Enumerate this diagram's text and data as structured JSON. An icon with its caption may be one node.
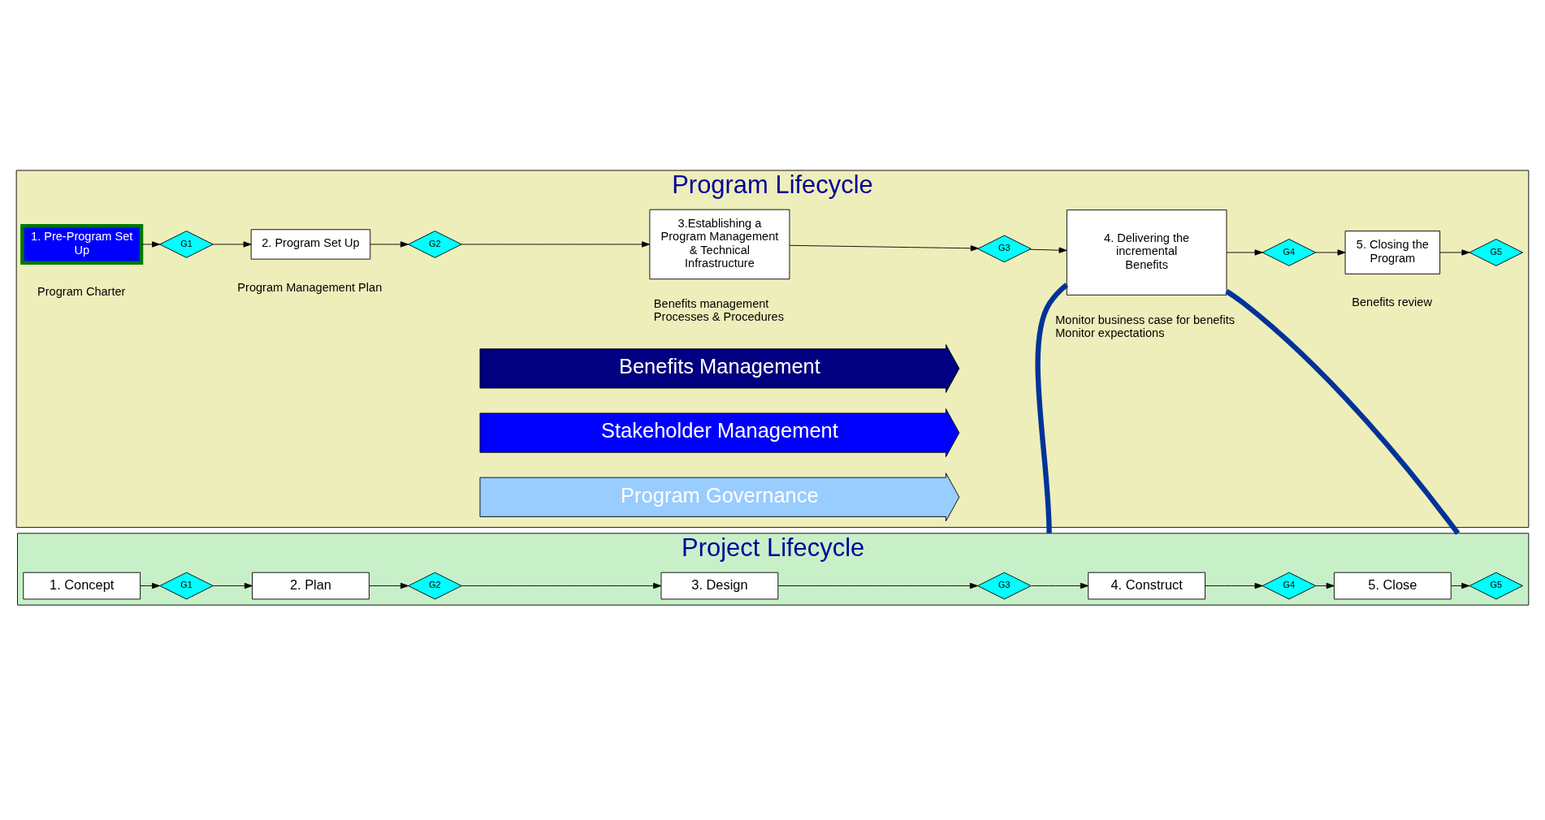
{
  "diagram": {
    "nodes": [
      {
        "text": [
          "Program Lifecycle"
        ]
      },
      {
        "text": [
          "1. Pre-Program Set Up"
        ],
        "in": 0,
        "beside": [
          "Program Charter"
        ]
      },
      {
        "text": [
          "G1"
        ],
        "in": 0
      },
      {
        "text": [
          "2. Program Set Up"
        ],
        "in": 0,
        "beside": [
          "Program Management Plan"
        ]
      },
      {
        "text": [
          "G2"
        ],
        "in": 0
      },
      {
        "text": [
          "3.Establishing a Program Management & Technical Infrastructure"
        ],
        "in": 0,
        "beside": [
          "Benefits management",
          "Processes & Procedures"
        ]
      },
      {
        "text": [
          "G3"
        ],
        "in": 0
      },
      {
        "text": [
          "4. Delivering the incremental Benefits"
        ],
        "in": 0,
        "beside": [
          "Monitor business case for benefits",
          "Monitor expectations"
        ]
      },
      {
        "text": [
          "G4"
        ],
        "in": 0
      },
      {
        "text": [
          "5. Closing the Program"
        ],
        "in": 0,
        "beside": [
          "Benefits review"
        ]
      },
      {
        "text": [
          "G5"
        ],
        "in": 0
      },
      {
        "text": [
          "Benefits Management"
        ],
        "in": 0
      },
      {
        "text": [
          "Stakeholder Management"
        ],
        "in": 0
      },
      {
        "text": [
          "Program Governance"
        ],
        "in": 0
      },
      {
        "text": [
          "Project Lifecycle"
        ]
      },
      {
        "text": [
          "1. Concept"
        ],
        "in": 14
      },
      {
        "text": [
          "G1"
        ],
        "in": 14
      },
      {
        "text": [
          "2. Plan"
        ],
        "in": 14
      },
      {
        "text": [
          "G2"
        ],
        "in": 14
      },
      {
        "text": [
          "3. Design"
        ],
        "in": 14
      },
      {
        "text": [
          "G3"
        ],
        "in": 14
      },
      {
        "text": [
          "4. Construct"
        ],
        "in": 14
      },
      {
        "text": [
          "G4"
        ],
        "in": 14
      },
      {
        "text": [
          "5. Close"
        ],
        "in": 14
      },
      {
        "text": [
          "G5"
        ],
        "in": 14
      }
    ],
    "edges": [
      {
        "from": 1,
        "to": 2,
        "arrow": "to"
      },
      {
        "from": 2,
        "to": 3,
        "arrow": "to"
      },
      {
        "from": 3,
        "to": 4,
        "arrow": "to"
      },
      {
        "from": 4,
        "to": 5,
        "arrow": "to"
      },
      {
        "from": 5,
        "to": 6,
        "arrow": "to"
      },
      {
        "from": 6,
        "to": 7,
        "arrow": "to"
      },
      {
        "from": 7,
        "to": 8,
        "arrow": "to"
      },
      {
        "from": 8,
        "to": 9,
        "arrow": "to"
      },
      {
        "from": 9,
        "to": 10,
        "arrow": "to"
      },
      {
        "from": 15,
        "to": 16,
        "arrow": "to"
      },
      {
        "from": 16,
        "to": 17,
        "arrow": "to"
      },
      {
        "from": 17,
        "to": 18,
        "arrow": "to"
      },
      {
        "from": 18,
        "to": 19,
        "arrow": "to"
      },
      {
        "from": 19,
        "to": 20,
        "arrow": "to"
      },
      {
        "from": 20,
        "to": 21,
        "arrow": "to"
      },
      {
        "from": 21,
        "to": 22,
        "arrow": "to"
      },
      {
        "from": 22,
        "to": 23,
        "arrow": "to"
      },
      {
        "from": 23,
        "to": 24,
        "arrow": "to"
      },
      {
        "from": 7,
        "to": 14,
        "arrow": "none",
        "style": "thick",
        "color": "#003399"
      },
      {
        "from": 7,
        "to": 14,
        "arrow": "none",
        "style": "thick",
        "color": "#003399"
      }
    ]
  }
}
